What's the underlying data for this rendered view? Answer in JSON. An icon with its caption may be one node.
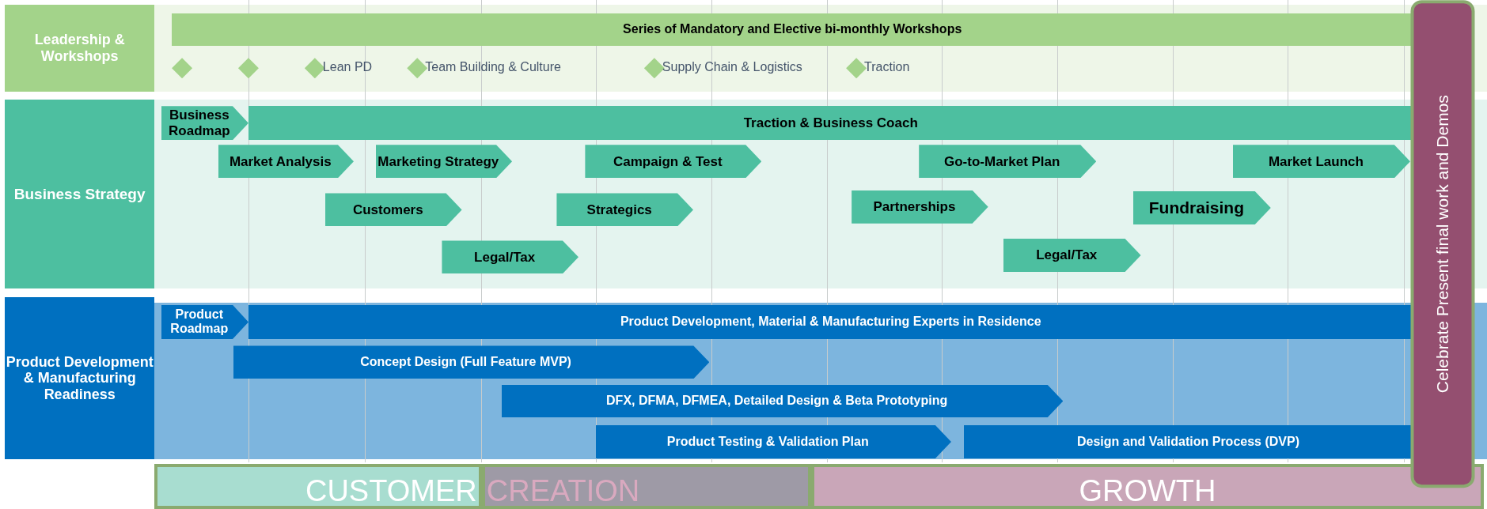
{
  "diagram": {
    "nodes": [
      {
        "text": [
          "Leadership & Workshops"
        ]
      },
      {
        "text": [
          "Series of Mandatory and Elective bi-monthly Workshops"
        ]
      },
      {
        "text": [],
        "shape": "diamond"
      },
      {
        "text": [],
        "shape": "diamond"
      },
      {
        "text": [],
        "shape": "diamond",
        "beside": [
          "Lean PD"
        ]
      },
      {
        "text": [],
        "shape": "diamond",
        "beside": [
          "Team Building & Culture"
        ]
      },
      {
        "text": [],
        "shape": "diamond",
        "beside": [
          "Supply Chain & Logistics"
        ]
      },
      {
        "text": [],
        "shape": "diamond",
        "beside": [
          "Traction"
        ]
      },
      {
        "text": [
          "Business Strategy"
        ]
      },
      {
        "text": [
          "Business Roadmap"
        ]
      },
      {
        "text": [
          "Traction & Business Coach"
        ]
      },
      {
        "text": [
          "Market Analysis"
        ]
      },
      {
        "text": [
          "Marketing Strategy"
        ]
      },
      {
        "text": [
          "Campaign & Test"
        ]
      },
      {
        "text": [
          "Go-to-Market Plan"
        ]
      },
      {
        "text": [
          "Market Launch"
        ]
      },
      {
        "text": [
          "Customers"
        ]
      },
      {
        "text": [
          "Strategics"
        ]
      },
      {
        "text": [
          "Partnerships"
        ]
      },
      {
        "text": [
          "Fundraising"
        ]
      },
      {
        "text": [
          "Legal/Tax"
        ]
      },
      {
        "text": [
          "Legal/Tax"
        ]
      },
      {
        "text": [
          "Product Development & Manufacturing Readiness"
        ]
      },
      {
        "text": [
          "Product Roadmap"
        ]
      },
      {
        "text": [
          "Product Development, Material & Manufacturing Experts in Residence"
        ]
      },
      {
        "text": [
          "Concept Design (Full Feature MVP)"
        ]
      },
      {
        "text": [
          "DFX, DFMA, DFMEA, Detailed Design & Beta Prototyping"
        ]
      },
      {
        "text": [
          "Product Testing & Validation Plan"
        ]
      },
      {
        "text": [
          "Design and Validation Process (DVP)"
        ]
      },
      {
        "text": [
          "Celebrate Present final work and Demos"
        ]
      },
      {
        "text": [
          "CUSTOMER"
        ]
      },
      {
        "text": [
          "CREATION"
        ]
      },
      {
        "text": [
          "GROWTH"
        ]
      }
    ],
    "edges": []
  }
}
